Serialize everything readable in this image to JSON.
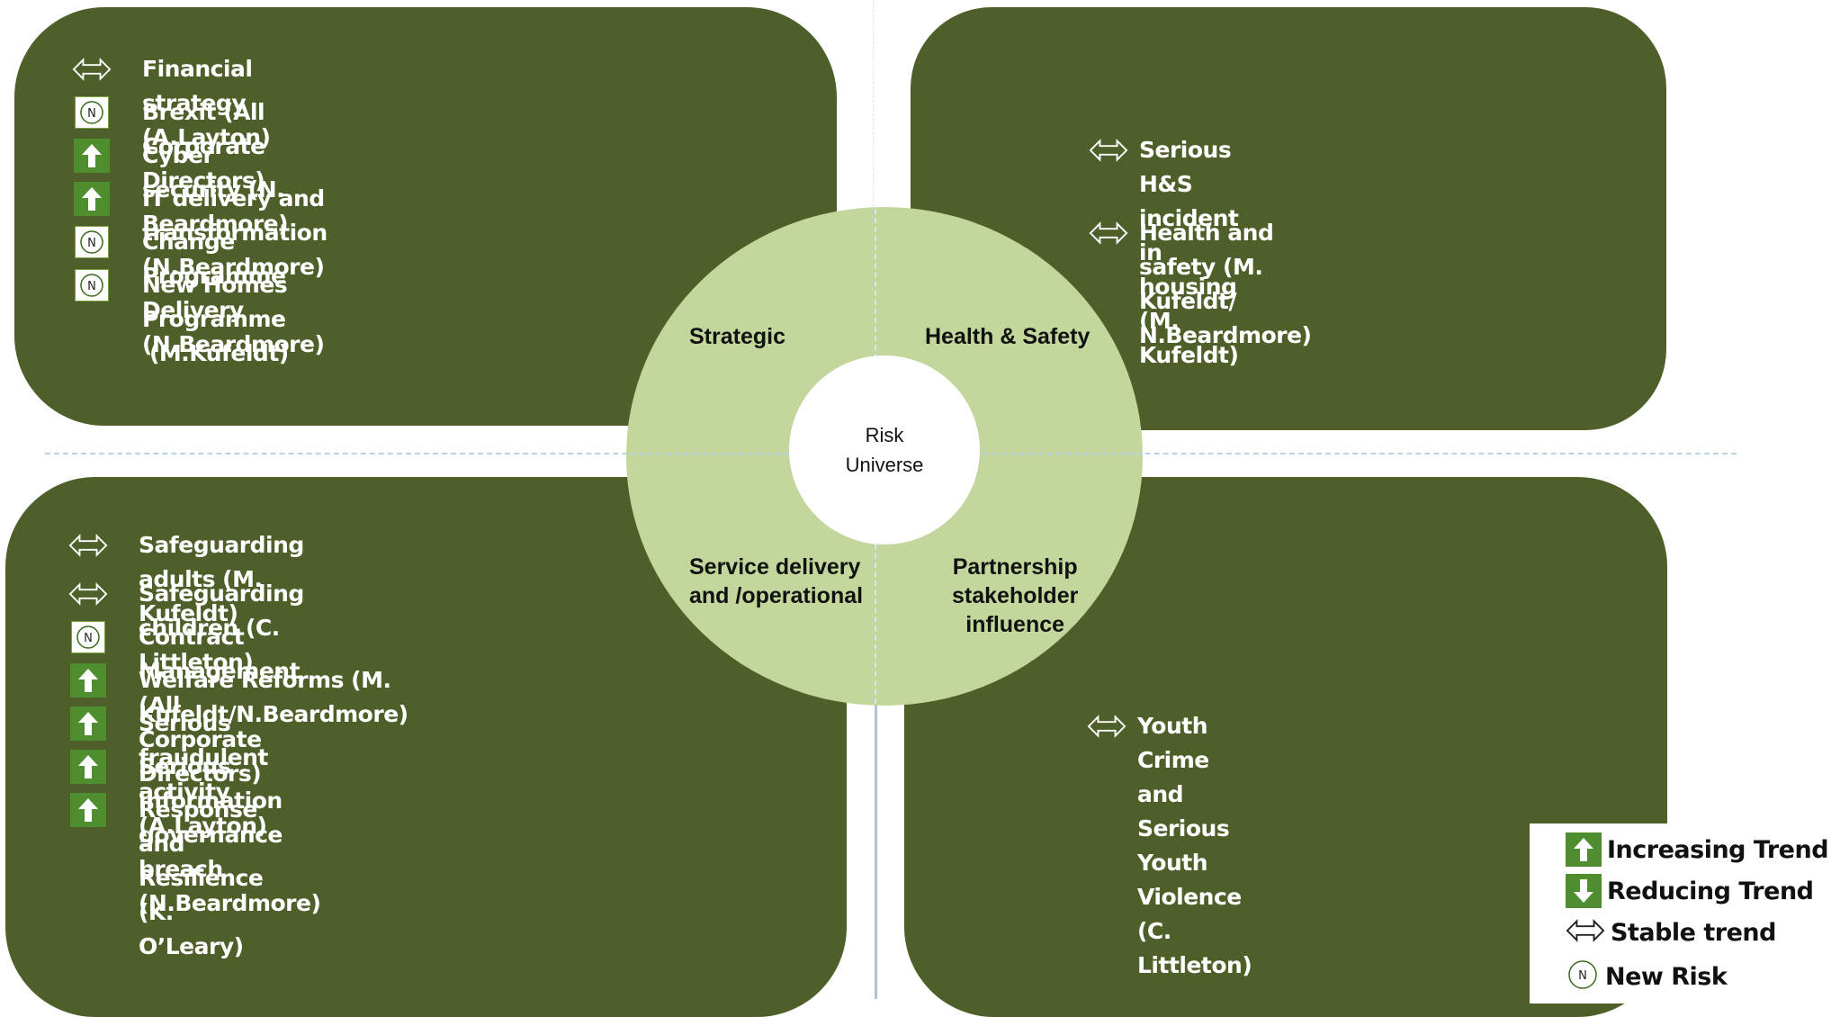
{
  "colors": {
    "panel": "#4f5f2a",
    "ring": "#c3d69b",
    "trend_green": "#4f8e2f",
    "text_on_panel": "#ffffff"
  },
  "center": {
    "line1": "Risk",
    "line2": "Universe"
  },
  "quadrants": {
    "strategic": "Strategic",
    "health_safety": "Health & Safety",
    "service_delivery_line1": "Service delivery",
    "service_delivery_line2": "and /operational",
    "partnership_line1": "Partnership",
    "partnership_line2": "stakeholder",
    "partnership_line3": "influence"
  },
  "strategic_risks": [
    {
      "icon": "stable-arrow-icon",
      "text": "Financial strategy (A.Layton)"
    },
    {
      "icon": "new-risk-icon",
      "text": "Brexit (All Corporate Directors)"
    },
    {
      "icon": "increasing-trend-icon",
      "text": "Cyber security (N. Beardmore)"
    },
    {
      "icon": "increasing-trend-icon",
      "text": "IT delivery and transformation (N.Beardmore)"
    },
    {
      "icon": "new-risk-icon",
      "text": "Change Programme Delivery (N.Beardmore)"
    },
    {
      "icon": "new-risk-icon",
      "text": "New Homes Programme",
      "text2": "(M.Kufeldt)"
    }
  ],
  "health_safety_risks": [
    {
      "icon": "stable-arrow-icon",
      "text": "Serious H&S incident in housing (M.",
      "text2": "Kufeldt)"
    },
    {
      "icon": "stable-arrow-icon",
      "text": "Health and safety (M. Kufeldt/",
      "text2": "N.Beardmore)"
    }
  ],
  "service_delivery_risks": [
    {
      "icon": "stable-arrow-icon",
      "text": "Safeguarding adults (M. Kufeldt)"
    },
    {
      "icon": "stable-arrow-icon",
      "text": "Safeguarding children (C. Littleton)"
    },
    {
      "icon": "new-risk-icon",
      "text": "Contract Management (All Corporate Directors)"
    },
    {
      "icon": "increasing-trend-icon",
      "text": "Welfare Reforms (M. Kufeldt/N.Beardmore)"
    },
    {
      "icon": "increasing-trend-icon",
      "text": "Serious fraudulent activity (A.Layton)"
    },
    {
      "icon": "increasing-trend-icon",
      "text": "Serious information governance breach (N.Beardmore)"
    },
    {
      "icon": "increasing-trend-icon",
      "text": "Response and Resilience (K. O’Leary)"
    }
  ],
  "partnership_risks": [
    {
      "icon": "stable-arrow-icon",
      "text": "Youth Crime and Serious Youth Violence (C.",
      "text2": "Littleton)"
    }
  ],
  "legend": {
    "increasing": "Increasing Trend",
    "reducing": "Reducing Trend",
    "stable": "Stable trend",
    "new": "New Risk"
  }
}
